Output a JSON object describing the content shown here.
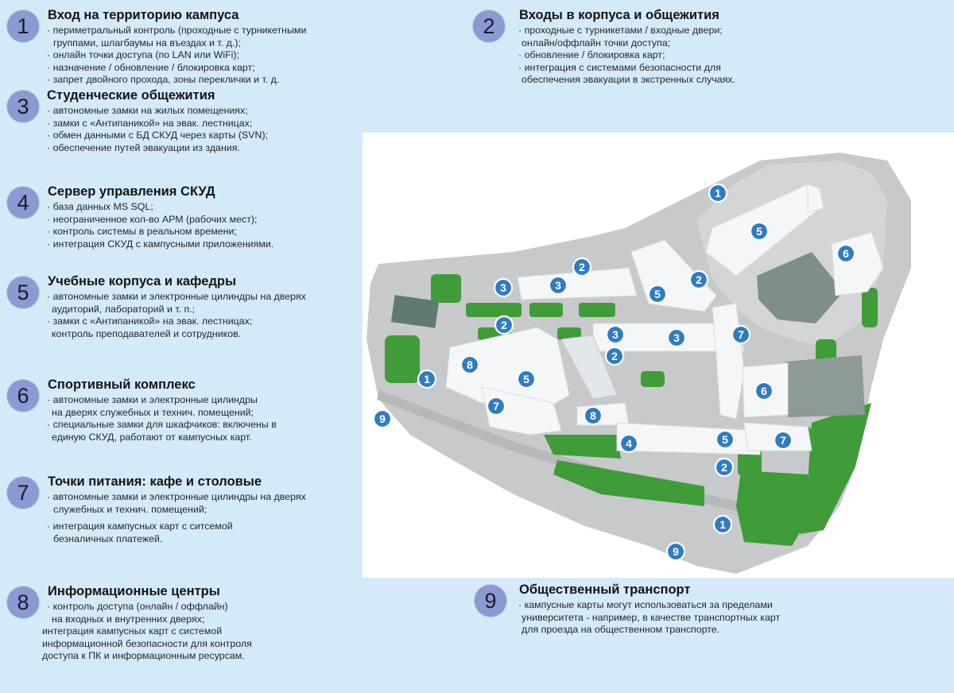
{
  "sections": [
    {
      "num": "1",
      "title": "Вход на территорию кампуса",
      "lines": [
        "· периметральный контроль (проходные с турникетными",
        "  группами, шлагбаумы на въездах и т. д.);",
        "· онлайн точки доступа (по LAN или WiFi);",
        "· назначение / обновление / блокировка карт;",
        "· запрет двойного прохода, зоны переклички и т. д."
      ]
    },
    {
      "num": "2",
      "title": "Входы в корпуса и общежития",
      "lines": [
        "· проходные с турникетами / входные двери;",
        "  онлайн/оффлайн точки доступа;",
        "· обновление / блокировка карт;",
        "· интеграция с системами безопасности для",
        "  обеспечения эвакуации в экстренных случаях."
      ]
    },
    {
      "num": "3",
      "title": "Студенческие общежития",
      "lines": [
        "· автономные замки на жилых помещениях;",
        "· замки с «Антипаникой» на эвак. лестницах;",
        "· обмен данными с БД СКУД через карты (SVN);",
        "· обеспечение путей эвакуации из здания."
      ]
    },
    {
      "num": "4",
      "title": "Сервер управления СКУД",
      "lines": [
        "· база данных MS SQL;",
        "· неограниченное кол-во АРМ (рабочих мест);",
        "· контроль системы в реальном времени;",
        "· интеграция СКУД с кампусными приложениями."
      ]
    },
    {
      "num": "5",
      "title": "Учебные корпуса и кафедры",
      "lines": [
        "· автономные замки и электронные цилиндры на дверях",
        "  аудиторий, лабораторий и т. п.;",
        "· замки с «Антипаникой» на эвак. лестницах;",
        "  контроль преподавателей и сотрудников."
      ]
    },
    {
      "num": "6",
      "title": "Спортивный комплекс",
      "lines": [
        "· автономные замки и электронные цилиндры",
        "  на дверях служебных и технич. помещений;",
        "· специальные замки для шкафчиков: включены в",
        "  единую СКУД, работают от кампусных карт."
      ]
    },
    {
      "num": "7",
      "title": "Точки питания: кафе и столовые",
      "lines": [
        "· автономные замки и электронные цилиндры на дверях",
        "  служебных и технич. помещений;",
        "· интеграция кампусных карт с ситсемой",
        "  безналичных платежей."
      ]
    },
    {
      "num": "8",
      "title": "Информационные центры",
      "lines": [
        "· контроль доступа (онлайн / оффлайн)",
        "  на входных и внутренних дверях;",
        "интеграция кампусных карт с системой",
        "информационной безопасности для контроля",
        "доступа к ПК и информационным ресурсам."
      ]
    },
    {
      "num": "9",
      "title": "Общественный транспорт",
      "lines": [
        "· кампусные карты могут использоваться за пределами",
        "  университета - например, в качестве транспортных карт",
        "  для проезда на общественном транспорте."
      ]
    }
  ],
  "map": {
    "markers": [
      "1",
      "5",
      "6",
      "2",
      "3",
      "3",
      "2",
      "5",
      "2",
      "7",
      "3",
      "3",
      "2",
      "8",
      "5",
      "1",
      "9",
      "7",
      "8",
      "4",
      "5",
      "7",
      "6",
      "2",
      "1",
      "9"
    ],
    "colors": {
      "marker": "#2f7cc2",
      "ground": "#c8c9cb",
      "building": "#f4f6f8",
      "green": "#3f9c38",
      "sport": "#7d8f86"
    }
  }
}
